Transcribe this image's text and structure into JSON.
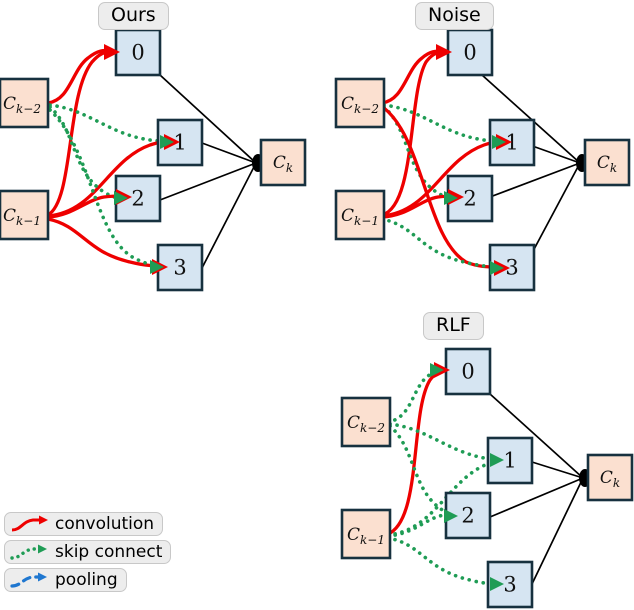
{
  "figure": {
    "type": "diagram",
    "description": "Cell search comparison diagrams: three DAG panels plus an edge-type legend"
  },
  "panels": [
    {
      "id": "ours",
      "title": "Ours",
      "inputs": [
        {
          "id": "ck2",
          "label": "C",
          "sub": "k−2"
        },
        {
          "id": "ck1",
          "label": "C",
          "sub": "k−1"
        }
      ],
      "nodes": [
        "0",
        "1",
        "2",
        "3"
      ],
      "output": {
        "id": "ck",
        "label": "C",
        "sub": "k"
      },
      "edges": [
        {
          "from": "ck2",
          "to": "0",
          "op": "convolution"
        },
        {
          "from": "ck2",
          "to": "1",
          "op": "skip connect"
        },
        {
          "from": "ck2",
          "to": "2",
          "op": "skip connect"
        },
        {
          "from": "ck1",
          "to": "0",
          "op": "convolution"
        },
        {
          "from": "ck1",
          "to": "1",
          "op": "convolution"
        },
        {
          "from": "ck1",
          "to": "2",
          "op": "convolution"
        },
        {
          "from": "ck1",
          "to": "3",
          "op": "convolution"
        },
        {
          "from": "ck1",
          "to": "3",
          "op": "skip connect"
        }
      ]
    },
    {
      "id": "noise",
      "title": "Noise",
      "inputs": [
        {
          "id": "ck2",
          "label": "C",
          "sub": "k−2"
        },
        {
          "id": "ck1",
          "label": "C",
          "sub": "k−1"
        }
      ],
      "nodes": [
        "0",
        "1",
        "2",
        "3"
      ],
      "output": {
        "id": "ck",
        "label": "C",
        "sub": "k"
      },
      "edges": [
        {
          "from": "ck2",
          "to": "0",
          "op": "convolution"
        },
        {
          "from": "ck2",
          "to": "1",
          "op": "skip connect"
        },
        {
          "from": "ck2",
          "to": "2",
          "op": "skip connect"
        },
        {
          "from": "ck2",
          "to": "3",
          "op": "convolution"
        },
        {
          "from": "ck1",
          "to": "0",
          "op": "convolution"
        },
        {
          "from": "ck1",
          "to": "1",
          "op": "convolution"
        },
        {
          "from": "ck1",
          "to": "2",
          "op": "convolution"
        },
        {
          "from": "ck1",
          "to": "3",
          "op": "skip connect"
        }
      ]
    },
    {
      "id": "rlf",
      "title": "RLF",
      "inputs": [
        {
          "id": "ck2",
          "label": "C",
          "sub": "k−2"
        },
        {
          "id": "ck1",
          "label": "C",
          "sub": "k−1"
        }
      ],
      "nodes": [
        "0",
        "1",
        "2",
        "3"
      ],
      "output": {
        "id": "ck",
        "label": "C",
        "sub": "k"
      },
      "edges": [
        {
          "from": "ck2",
          "to": "0",
          "op": "skip connect"
        },
        {
          "from": "ck2",
          "to": "1",
          "op": "skip connect"
        },
        {
          "from": "ck2",
          "to": "2",
          "op": "skip connect"
        },
        {
          "from": "ck1",
          "to": "0",
          "op": "convolution"
        },
        {
          "from": "ck1",
          "to": "1",
          "op": "skip connect"
        },
        {
          "from": "ck1",
          "to": "2",
          "op": "skip connect"
        },
        {
          "from": "ck1",
          "to": "3",
          "op": "skip connect"
        }
      ]
    }
  ],
  "legend": {
    "items": [
      {
        "id": "convolution",
        "label": "convolution",
        "color": "#ee0000",
        "style": "solid"
      },
      {
        "id": "skip-connect",
        "label": "skip connect",
        "color": "#1f9c55",
        "style": "dotted"
      },
      {
        "id": "pooling",
        "label": "pooling",
        "color": "#1f77d0",
        "style": "dashed"
      }
    ]
  },
  "colors": {
    "node_fill": "#d6e5f2",
    "input_fill": "#fbe0d0",
    "node_stroke": "#17313f",
    "convolution": "#ee0000",
    "skip": "#1f9c55",
    "pooling": "#1f77d0",
    "output_edge": "#000000"
  }
}
